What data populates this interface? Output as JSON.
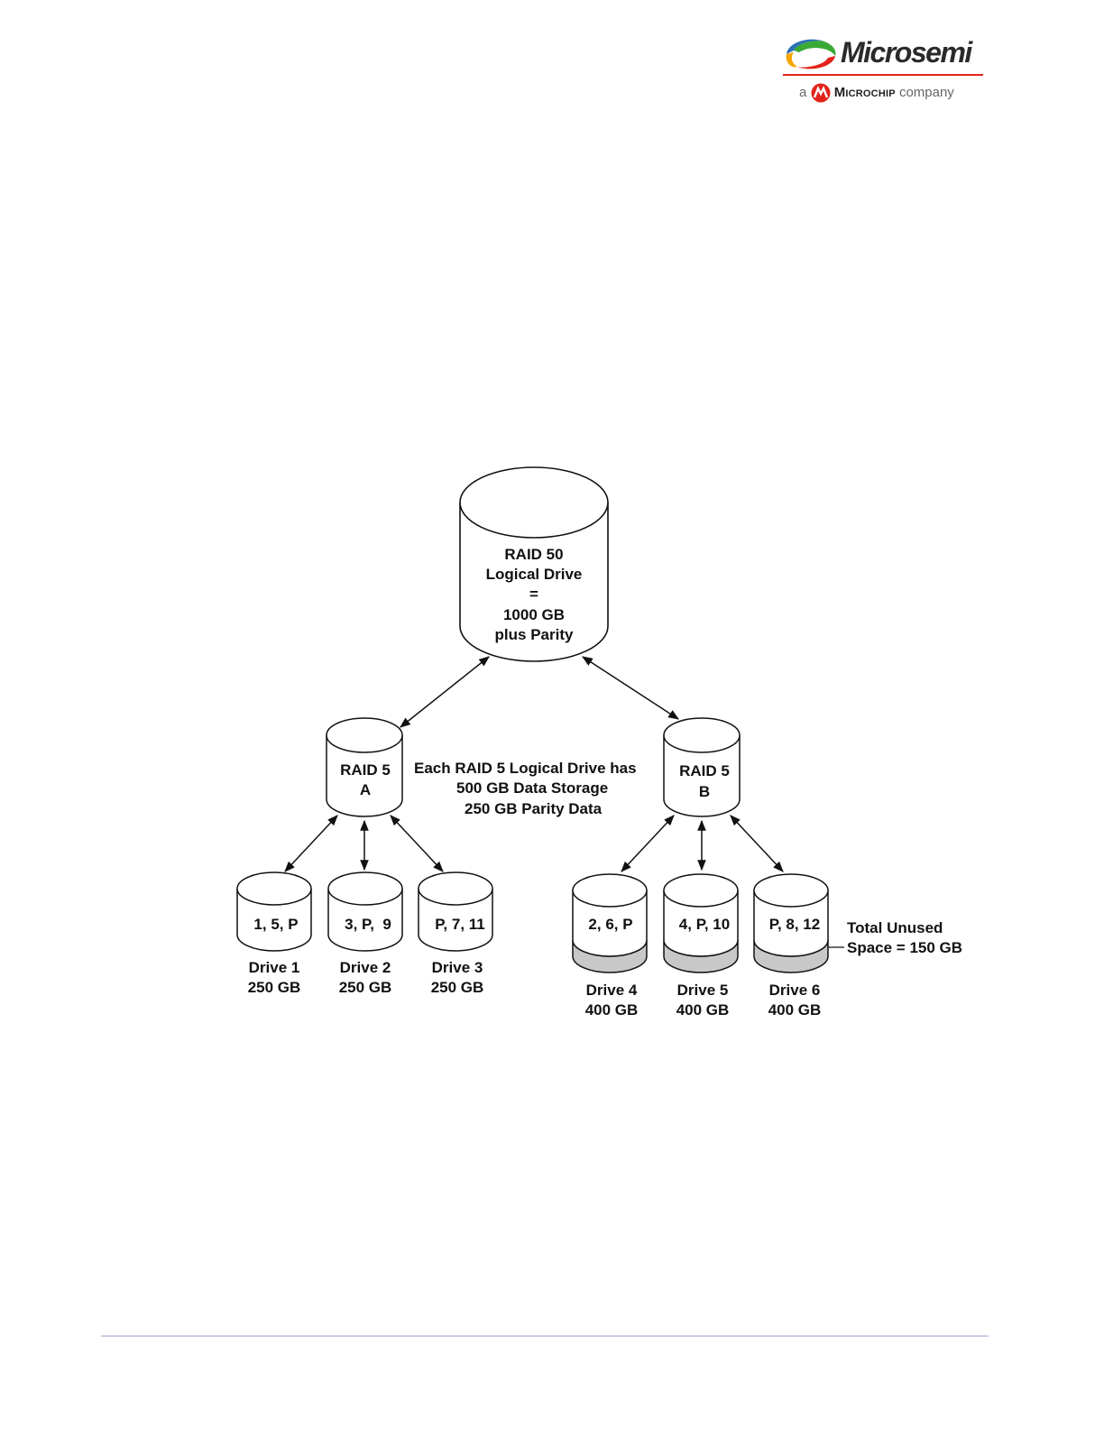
{
  "logo": {
    "wordmark": "Microsemi",
    "tag_prefix": "a",
    "tag_brand": "Microchip",
    "tag_suffix": "company"
  },
  "raid50": {
    "lines": [
      "RAID 50",
      "Logical Drive",
      "=",
      "1000 GB",
      "plus Parity"
    ]
  },
  "raid5a": {
    "lines": [
      "RAID 5",
      "A"
    ]
  },
  "raid5b": {
    "lines": [
      "RAID 5",
      "B"
    ]
  },
  "note": {
    "lines": [
      "Each RAID 5 Logical Drive has",
      "500 GB Data Storage",
      "250 GB Parity Data"
    ]
  },
  "drives": [
    {
      "blocks": "1, 5, P",
      "name": "Drive 1",
      "size": "250 GB"
    },
    {
      "blocks": "3, P,  9",
      "name": "Drive 2",
      "size": "250 GB"
    },
    {
      "blocks": "P, 7, 11",
      "name": "Drive 3",
      "size": "250 GB"
    },
    {
      "blocks": "2, 6, P",
      "name": "Drive 4",
      "size": "400 GB"
    },
    {
      "blocks": "4, P, 10",
      "name": "Drive 5",
      "size": "400 GB"
    },
    {
      "blocks": "P, 8, 12",
      "name": "Drive 6",
      "size": "400 GB"
    }
  ],
  "unused": {
    "lines": [
      "Total Unused",
      "Space = 150 GB"
    ]
  },
  "colors": {
    "unused_fill": "#c8c8c8",
    "logo_red": "#e2231a"
  }
}
